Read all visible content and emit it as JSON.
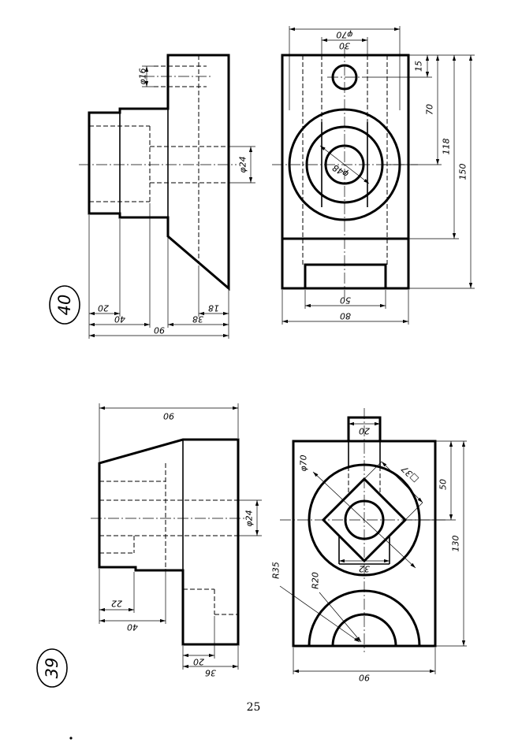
{
  "page_number": "25",
  "figure_40": {
    "id": "40",
    "side_view": {
      "dims": {
        "d16": "φ16",
        "d24": "φ24",
        "w20": "20",
        "w40": "40",
        "w90": "90",
        "w38": "38",
        "w18": "18"
      }
    },
    "front_view": {
      "dims": {
        "d70": "φ70",
        "w30": "30",
        "h15": "15",
        "h70": "70",
        "h118": "118",
        "h150": "150",
        "d48": "φ48",
        "w50": "50",
        "w80": "80"
      }
    }
  },
  "figure_39": {
    "id": "39",
    "side_view": {
      "dims": {
        "w90": "90",
        "d24": "φ24",
        "w22": "22",
        "w40": "40",
        "w20": "20",
        "w36": "36"
      }
    },
    "front_view": {
      "dims": {
        "w20": "20",
        "d70": "φ70",
        "sq37": "□37",
        "h50": "50",
        "h130": "130",
        "w32": "32",
        "r35": "R35",
        "r20": "R20",
        "w90": "90"
      }
    }
  }
}
